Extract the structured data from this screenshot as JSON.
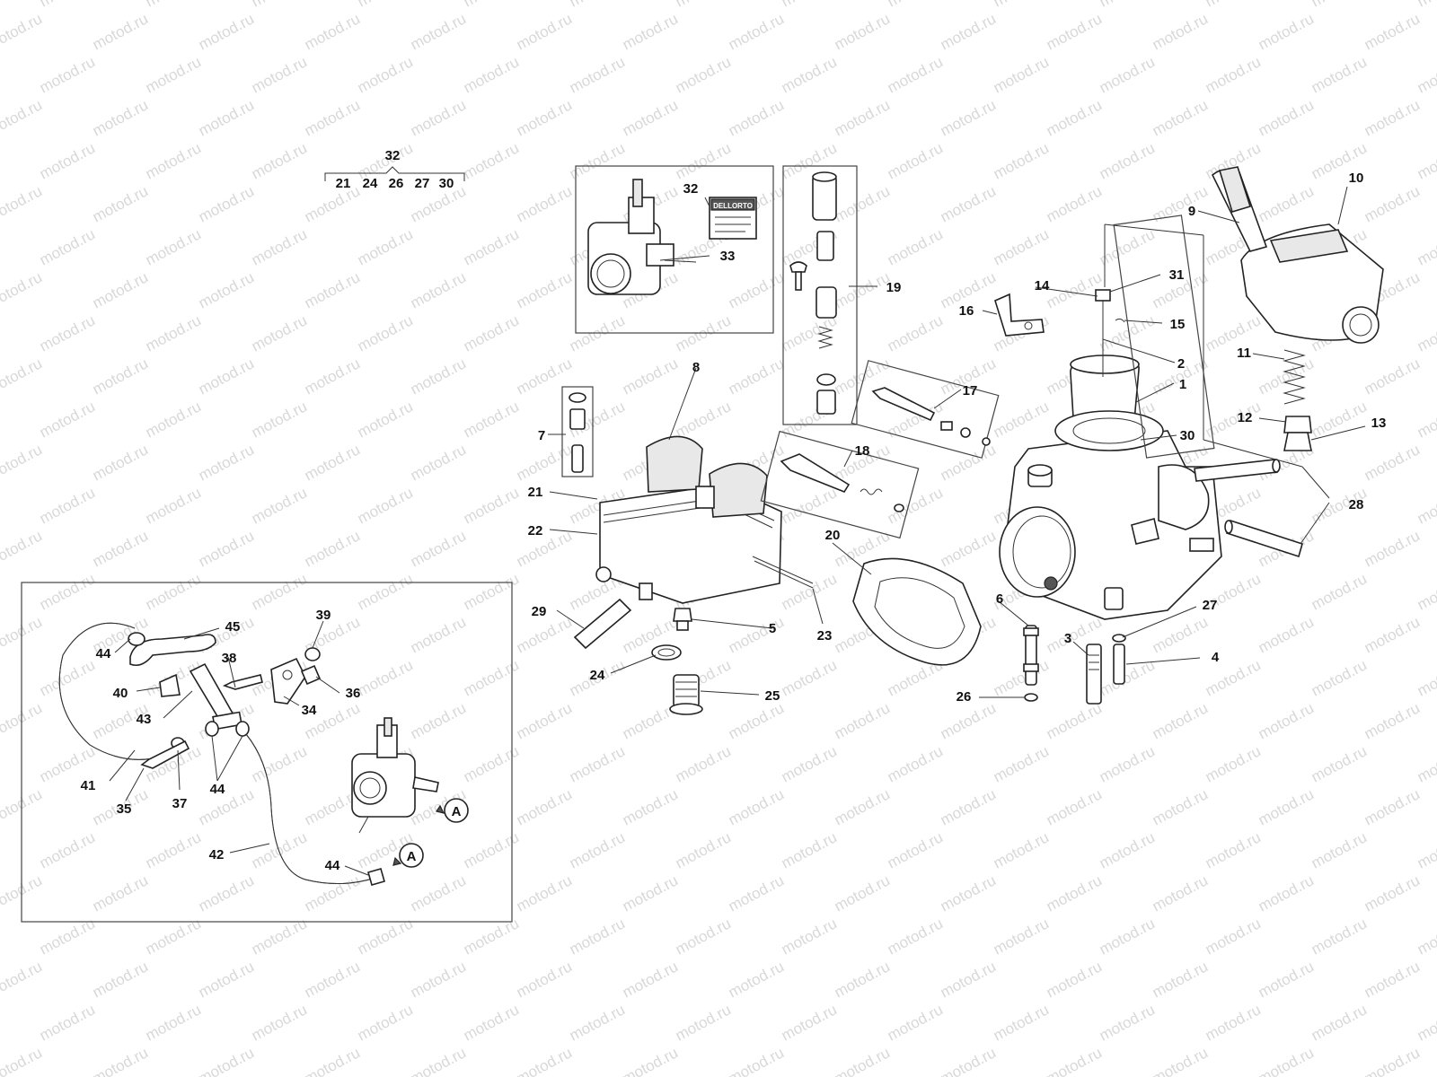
{
  "watermark": "motod.ru",
  "kit": {
    "label": "32",
    "items": [
      "21",
      "24",
      "26",
      "27",
      "30"
    ]
  },
  "callout_A": "A",
  "label_sticker": "DELLORTO"
}
